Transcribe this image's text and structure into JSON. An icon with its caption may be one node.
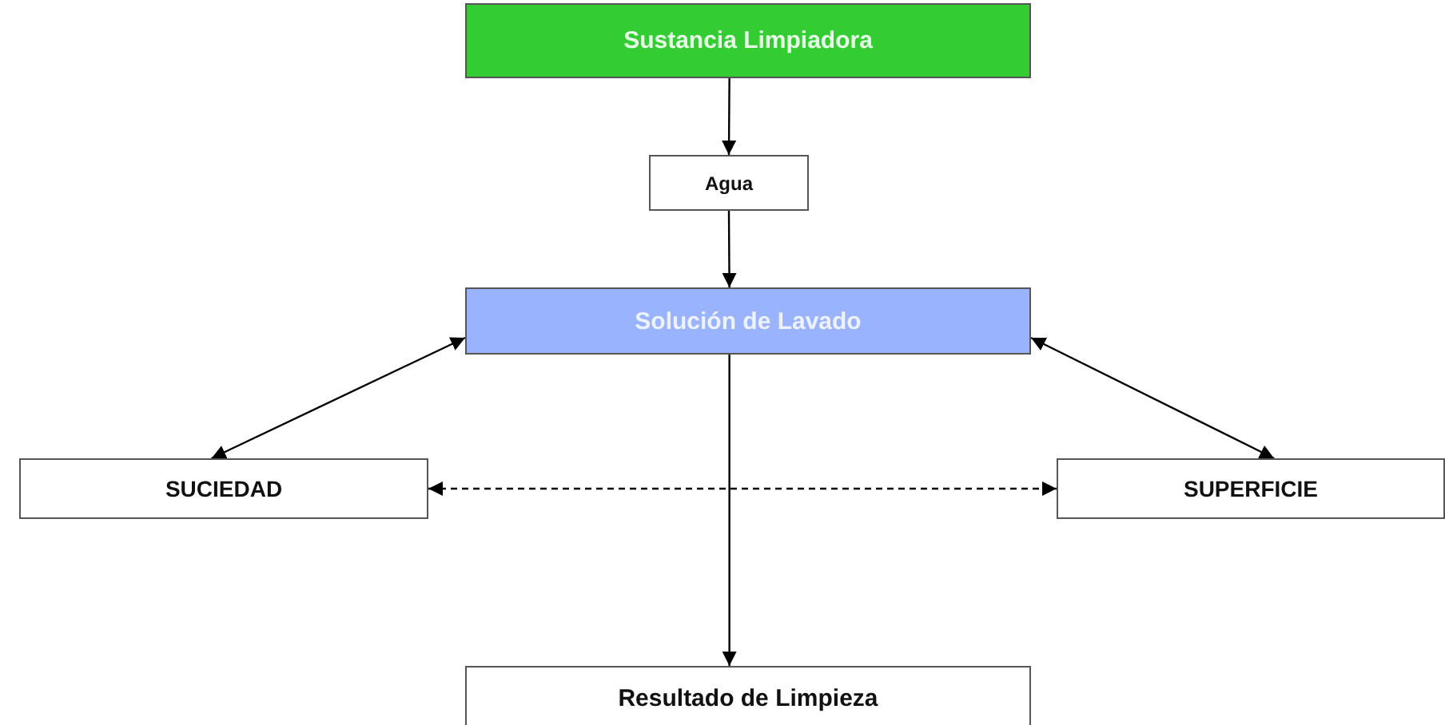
{
  "diagram": {
    "nodes": [
      {
        "text": [
          "Sustancia Limpiadora"
        ]
      },
      {
        "text": [
          "Agua"
        ]
      },
      {
        "text": [
          "Solución de Lavado"
        ]
      },
      {
        "text": [
          "SUCIEDAD"
        ]
      },
      {
        "text": [
          "SUPERFICIE"
        ]
      },
      {
        "text": [
          "Resultado de Limpieza"
        ]
      }
    ],
    "edges": [
      {
        "from": 0,
        "to": 1,
        "arrow": "to"
      },
      {
        "from": 1,
        "to": 2,
        "arrow": "to"
      },
      {
        "from": 3,
        "to": 2,
        "arrow": "both"
      },
      {
        "from": 2,
        "to": 4,
        "arrow": "both"
      },
      {
        "from": 3,
        "to": 4,
        "arrow": "both",
        "style": "dashed"
      },
      {
        "from": 2,
        "to": 5,
        "arrow": "to"
      }
    ]
  }
}
